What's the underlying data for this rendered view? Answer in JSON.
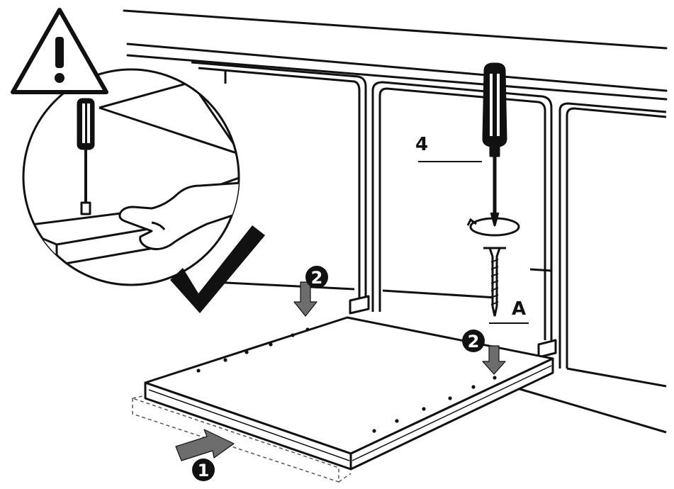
{
  "labels": {
    "step_1": "1",
    "step_2": "2",
    "step_2b": "2",
    "part_screw": "4",
    "part_panel": "A",
    "warning_mark": "!"
  },
  "colors": {
    "ink": "#111111",
    "arrow_fill": "#6d6d6d",
    "background": "#ffffff"
  },
  "icons": [
    "warning-triangle-icon",
    "check-mark-icon",
    "screwdriver-icon",
    "rotate-icon",
    "screw-icon",
    "push-arrow-icon"
  ]
}
